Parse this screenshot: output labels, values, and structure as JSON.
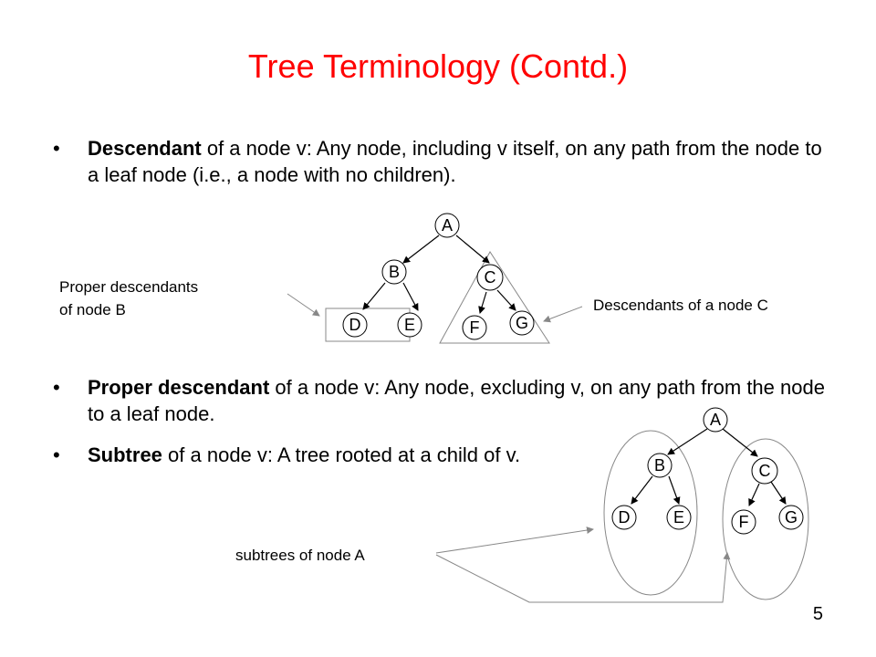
{
  "title": "Tree Terminology (Contd.)",
  "bullet_char": "•",
  "bullets": [
    {
      "term": "Descendant",
      "text": " of a node v: Any node, including v itself, on any path from the node to a leaf node (i.e., a node with no children)."
    },
    {
      "term": "Proper descendant",
      "text": " of a node v: Any node, excluding v, on any path from the node to a leaf node."
    },
    {
      "term": "Subtree",
      "text": " of a node v: A tree rooted at a child of v."
    }
  ],
  "labels": {
    "proper_desc": "Proper descendants\nof node B",
    "desc_c": "Descendants of a node C",
    "subtrees": "subtrees of node A"
  },
  "tree_nodes": [
    "A",
    "B",
    "C",
    "D",
    "E",
    "F",
    "G"
  ],
  "slide_number": "5"
}
